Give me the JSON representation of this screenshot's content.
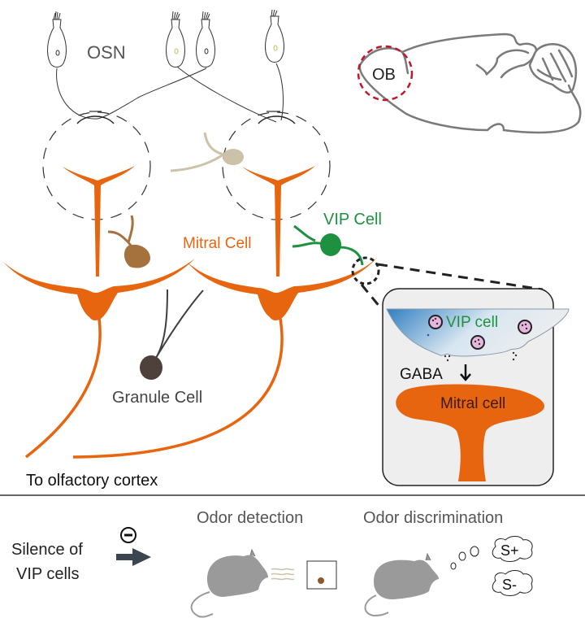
{
  "colors": {
    "mitral": "#e8650f",
    "vip": "#1e9141",
    "granule": "#4e413b",
    "periglomerular": "#a5723e",
    "short_axon": "#cbc2a9",
    "brain_outline": "#7a7a7a",
    "ob_highlight": "#c0182b",
    "vesicle": "#e7b6de",
    "inset_bg": "#eeeeee",
    "mouse": "#9a9a9a"
  },
  "labels": {
    "osn": "OSN",
    "ob": "OB",
    "vip_cell": "VIP Cell",
    "mitral_cell": "Mitral Cell",
    "granule_cell": "Granule Cell",
    "to_cortex": "To olfactory cortex"
  },
  "inset": {
    "vip_cell": "VIP cell",
    "gaba": "GABA",
    "mitral_cell": "Mitral cell"
  },
  "bottom": {
    "silence_line1": "Silence of",
    "silence_line2": "VIP cells",
    "inhibit_symbol": "⊖",
    "odor_detection": "Odor detection",
    "odor_discrimination": "Odor discrimination",
    "s_plus": "S+",
    "s_minus": "S-"
  }
}
